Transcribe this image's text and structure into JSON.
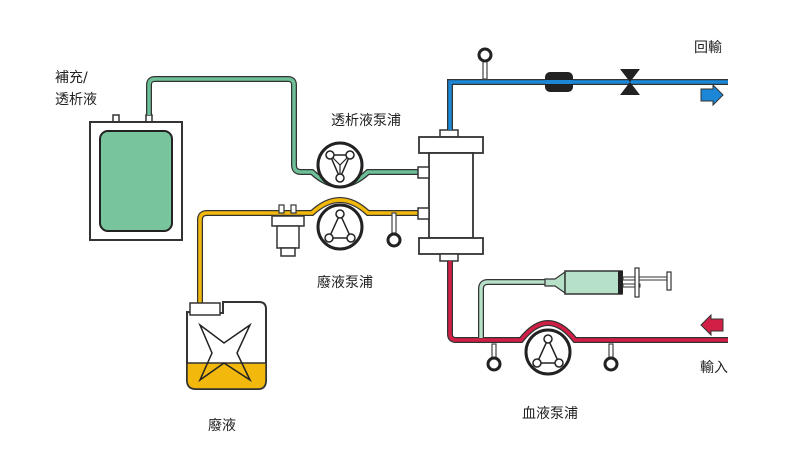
{
  "labels": {
    "dialysate_supply": [
      "補充/",
      "透析液"
    ],
    "dialysate_pump": "透析液泵浦",
    "waste_pump": "廢液泵浦",
    "waste": "廢液",
    "blood_pump": "血液泵浦",
    "return": "回輸",
    "inlet": "輸入"
  },
  "colors": {
    "dialysate": "#6cbf96",
    "dialysate_fill": "#78c49c",
    "waste": "#f2b90c",
    "return_line": "#1b87d6",
    "blood_line": "#d21f45",
    "heparin": "#b7e0c8",
    "outline": "#222222"
  }
}
